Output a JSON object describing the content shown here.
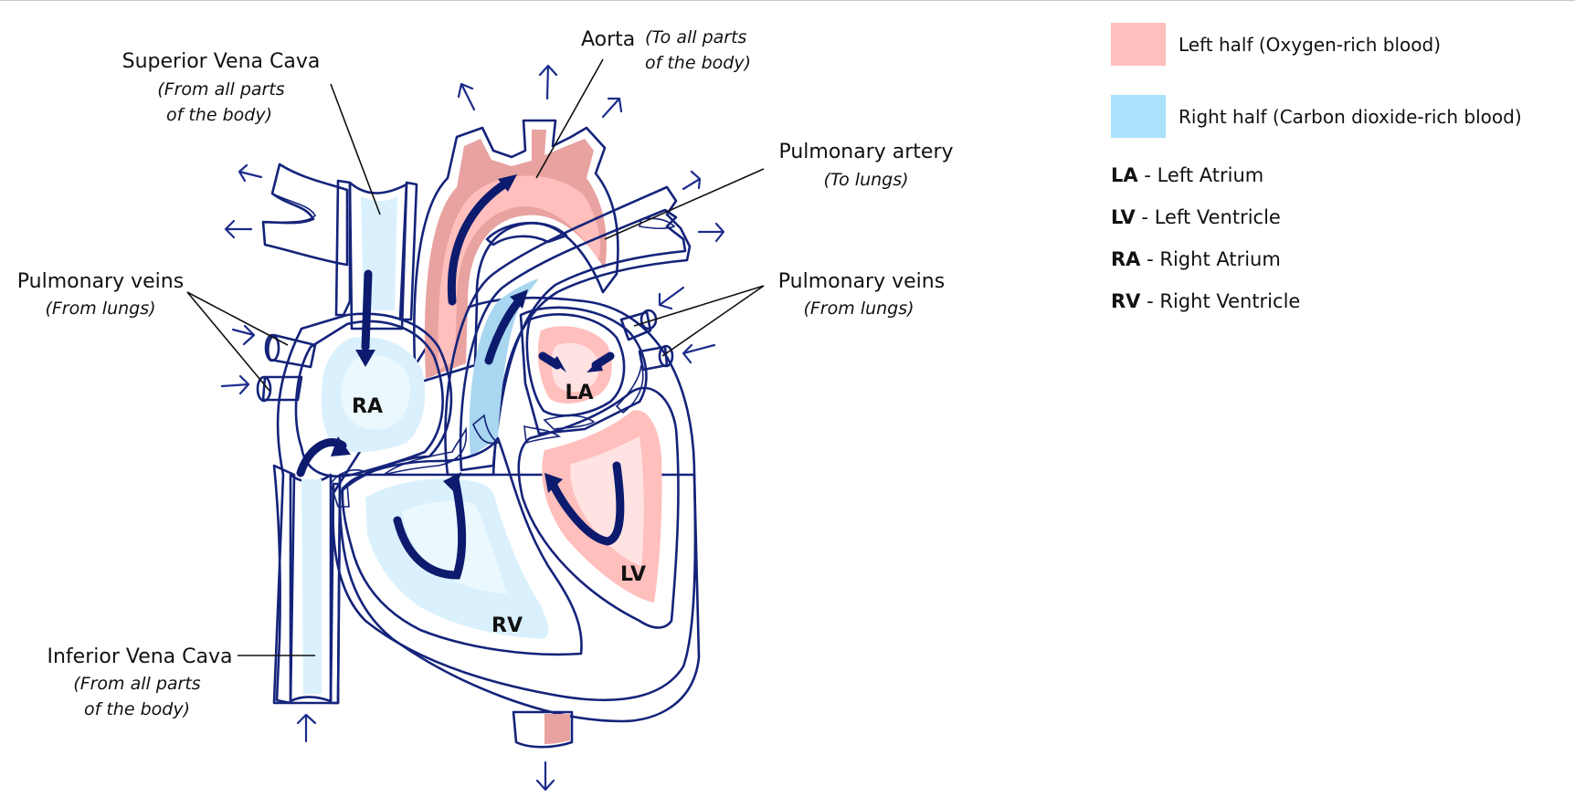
{
  "legend": {
    "items": [
      {
        "label": "Left half (Oxygen-rich blood)",
        "color": "#ffbfbd"
      },
      {
        "label": "Right half (Carbon dioxide-rich blood)",
        "color": "#abe2fc"
      }
    ],
    "abbreviations": [
      {
        "abbr": "LA",
        "sep": " - ",
        "full": "Left Atrium"
      },
      {
        "abbr": "LV",
        "sep": " - ",
        "full": "Left Ventricle"
      },
      {
        "abbr": "RA",
        "sep": " - ",
        "full": "Right Atrium"
      },
      {
        "abbr": "RV",
        "sep": " - ",
        "full": "Right Ventricle"
      }
    ]
  },
  "labels": {
    "superior_vena_cava": {
      "title": "Superior Vena Cava",
      "note_line1": "(From all parts",
      "note_line2": "of the body)"
    },
    "aorta": {
      "title": "Aorta",
      "note_line1": "(To all parts",
      "note_line2": "of the body)"
    },
    "pulmonary_artery": {
      "title": "Pulmonary artery",
      "note": "(To lungs)"
    },
    "pulmonary_veins_right": {
      "title": "Pulmonary veins",
      "note": "(From lungs)"
    },
    "pulmonary_veins_left": {
      "title": "Pulmonary veins",
      "note": "(From lungs)"
    },
    "inferior_vena_cava": {
      "title": "Inferior Vena Cava",
      "note_line1": "(From all parts",
      "note_line2": "of the body)"
    }
  },
  "chambers": {
    "ra": "RA",
    "la": "LA",
    "lv": "LV",
    "rv": "RV"
  },
  "colors": {
    "oxygen_rich": "#ffbfbd",
    "oxygen_rich_dark": "#e8a2a0",
    "oxygen_rich_light": "#ffe3e3",
    "co2_rich": "#abe2fc",
    "co2_rich_mid": "#a9d6f0",
    "co2_rich_light": "#daf1fd",
    "wall": "#fffde9",
    "outline": "#14237a",
    "flow_arrow": "#0d1b6e"
  }
}
